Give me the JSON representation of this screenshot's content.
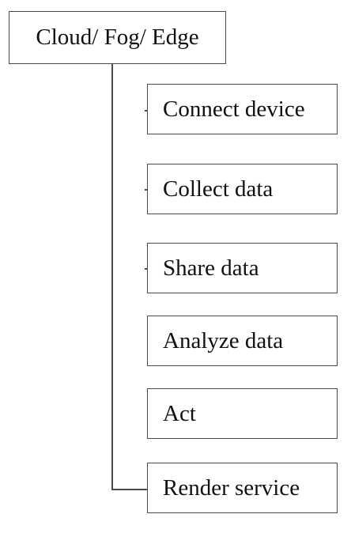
{
  "diagram": {
    "root": {
      "label": "Cloud/ Fog/ Edge"
    },
    "steps": [
      {
        "label": "Connect device"
      },
      {
        "label": "Collect data"
      },
      {
        "label": "Share data"
      },
      {
        "label": "Analyze data"
      },
      {
        "label": "Act"
      },
      {
        "label": "Render service"
      }
    ]
  }
}
